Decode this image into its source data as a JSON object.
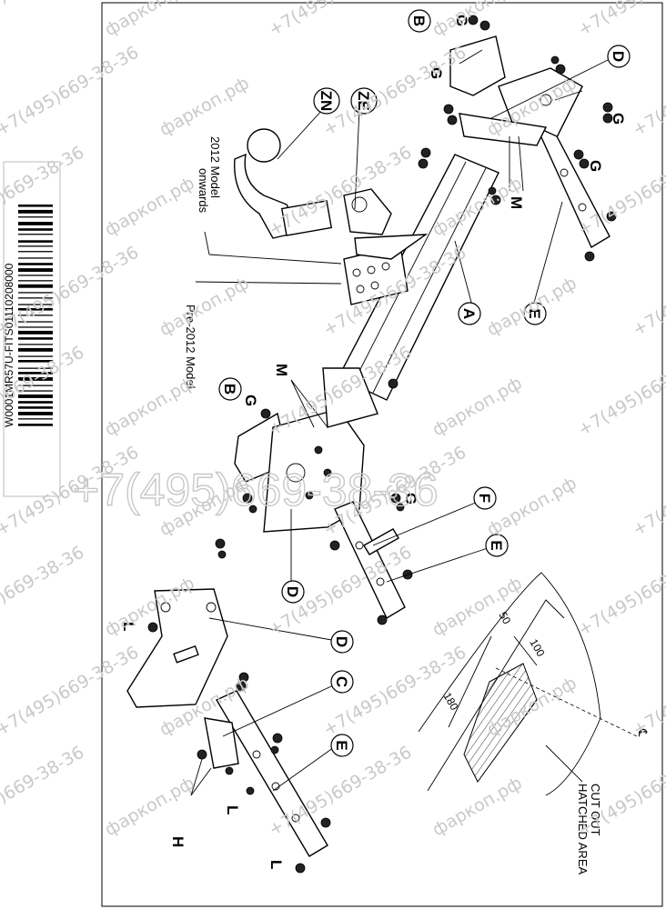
{
  "barcode": {
    "code_text": "W0001MR57U-FITS01110208000"
  },
  "labels": {
    "main_beam": "A",
    "side_plate_top": "B",
    "side_plate_bottom": "B",
    "bracket_c": "C",
    "bracket_d_top": "D",
    "bracket_d_mid": "D",
    "bracket_d_low": "D",
    "arm_e_top": "E",
    "arm_e_mid": "E",
    "arm_e_low": "E",
    "bracket_f": "F",
    "bolts_g": [
      "G",
      "G",
      "G",
      "G",
      "G",
      "G"
    ],
    "bolts_h": "H",
    "bolts_l": [
      "L",
      "L",
      "L"
    ],
    "bolts_m_top": "M",
    "bolts_m_mid": "M",
    "towball_zn": "ZN",
    "socket_ze": "ZE"
  },
  "notes": {
    "model_2012_line1": "2012 Model",
    "model_2012_line2": "onwards",
    "pre_2012": "Pre-2012 Model",
    "cut_out_line1": "CUT OUT",
    "cut_out_line2": "HATCHED AREA",
    "centre_line": "℄"
  },
  "dimensions": {
    "d50": "50",
    "d100": "100",
    "d180": "180"
  },
  "watermark": {
    "phone": "+7(495)669-38-36",
    "site": "фаркоп.рф"
  }
}
